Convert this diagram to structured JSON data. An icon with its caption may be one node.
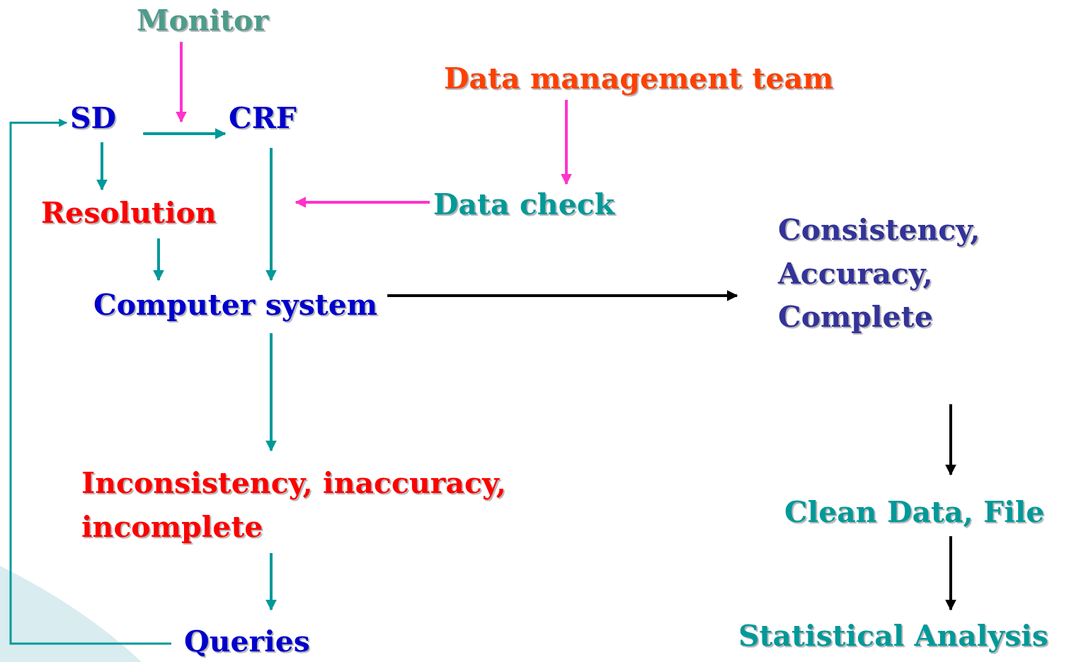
{
  "diagram": {
    "nodes": [
      {
        "text": [
          "Monitor"
        ]
      },
      {
        "text": [
          "SD"
        ]
      },
      {
        "text": [
          "CRF"
        ]
      },
      {
        "text": [
          "Data management team"
        ]
      },
      {
        "text": [
          "Resolution"
        ]
      },
      {
        "text": [
          "Data check"
        ]
      },
      {
        "text": [
          "Computer system"
        ]
      },
      {
        "text": [
          "Consistency, Accuracy, Complete"
        ]
      },
      {
        "text": [
          "Inconsistency, inaccuracy, incomplete"
        ]
      },
      {
        "text": [
          "Clean Data, File"
        ]
      },
      {
        "text": [
          "Queries"
        ]
      },
      {
        "text": [
          "Statistical Analysis"
        ]
      }
    ],
    "edges": [
      {
        "from": 0,
        "to": null,
        "arrow": "to",
        "color": "#ff33cc"
      },
      {
        "from": 1,
        "to": 2,
        "arrow": "to"
      },
      {
        "from": 3,
        "to": 5,
        "arrow": "to",
        "color": "#ff33cc"
      },
      {
        "from": 1,
        "to": 4,
        "arrow": "to"
      },
      {
        "from": 2,
        "to": 6,
        "arrow": "to"
      },
      {
        "from": 5,
        "to": null,
        "arrow": "to",
        "color": "#ff33cc"
      },
      {
        "from": 4,
        "to": 6,
        "arrow": "to"
      },
      {
        "from": 6,
        "to": 7,
        "arrow": "to",
        "color": "#000000"
      },
      {
        "from": 6,
        "to": 8,
        "arrow": "to"
      },
      {
        "from": 8,
        "to": 10,
        "arrow": "to"
      },
      {
        "from": 10,
        "to": 1,
        "arrow": "to"
      },
      {
        "from": 7,
        "to": 9,
        "arrow": "to",
        "color": "#000000"
      },
      {
        "from": 9,
        "to": 11,
        "arrow": "to",
        "color": "#000000"
      }
    ]
  }
}
